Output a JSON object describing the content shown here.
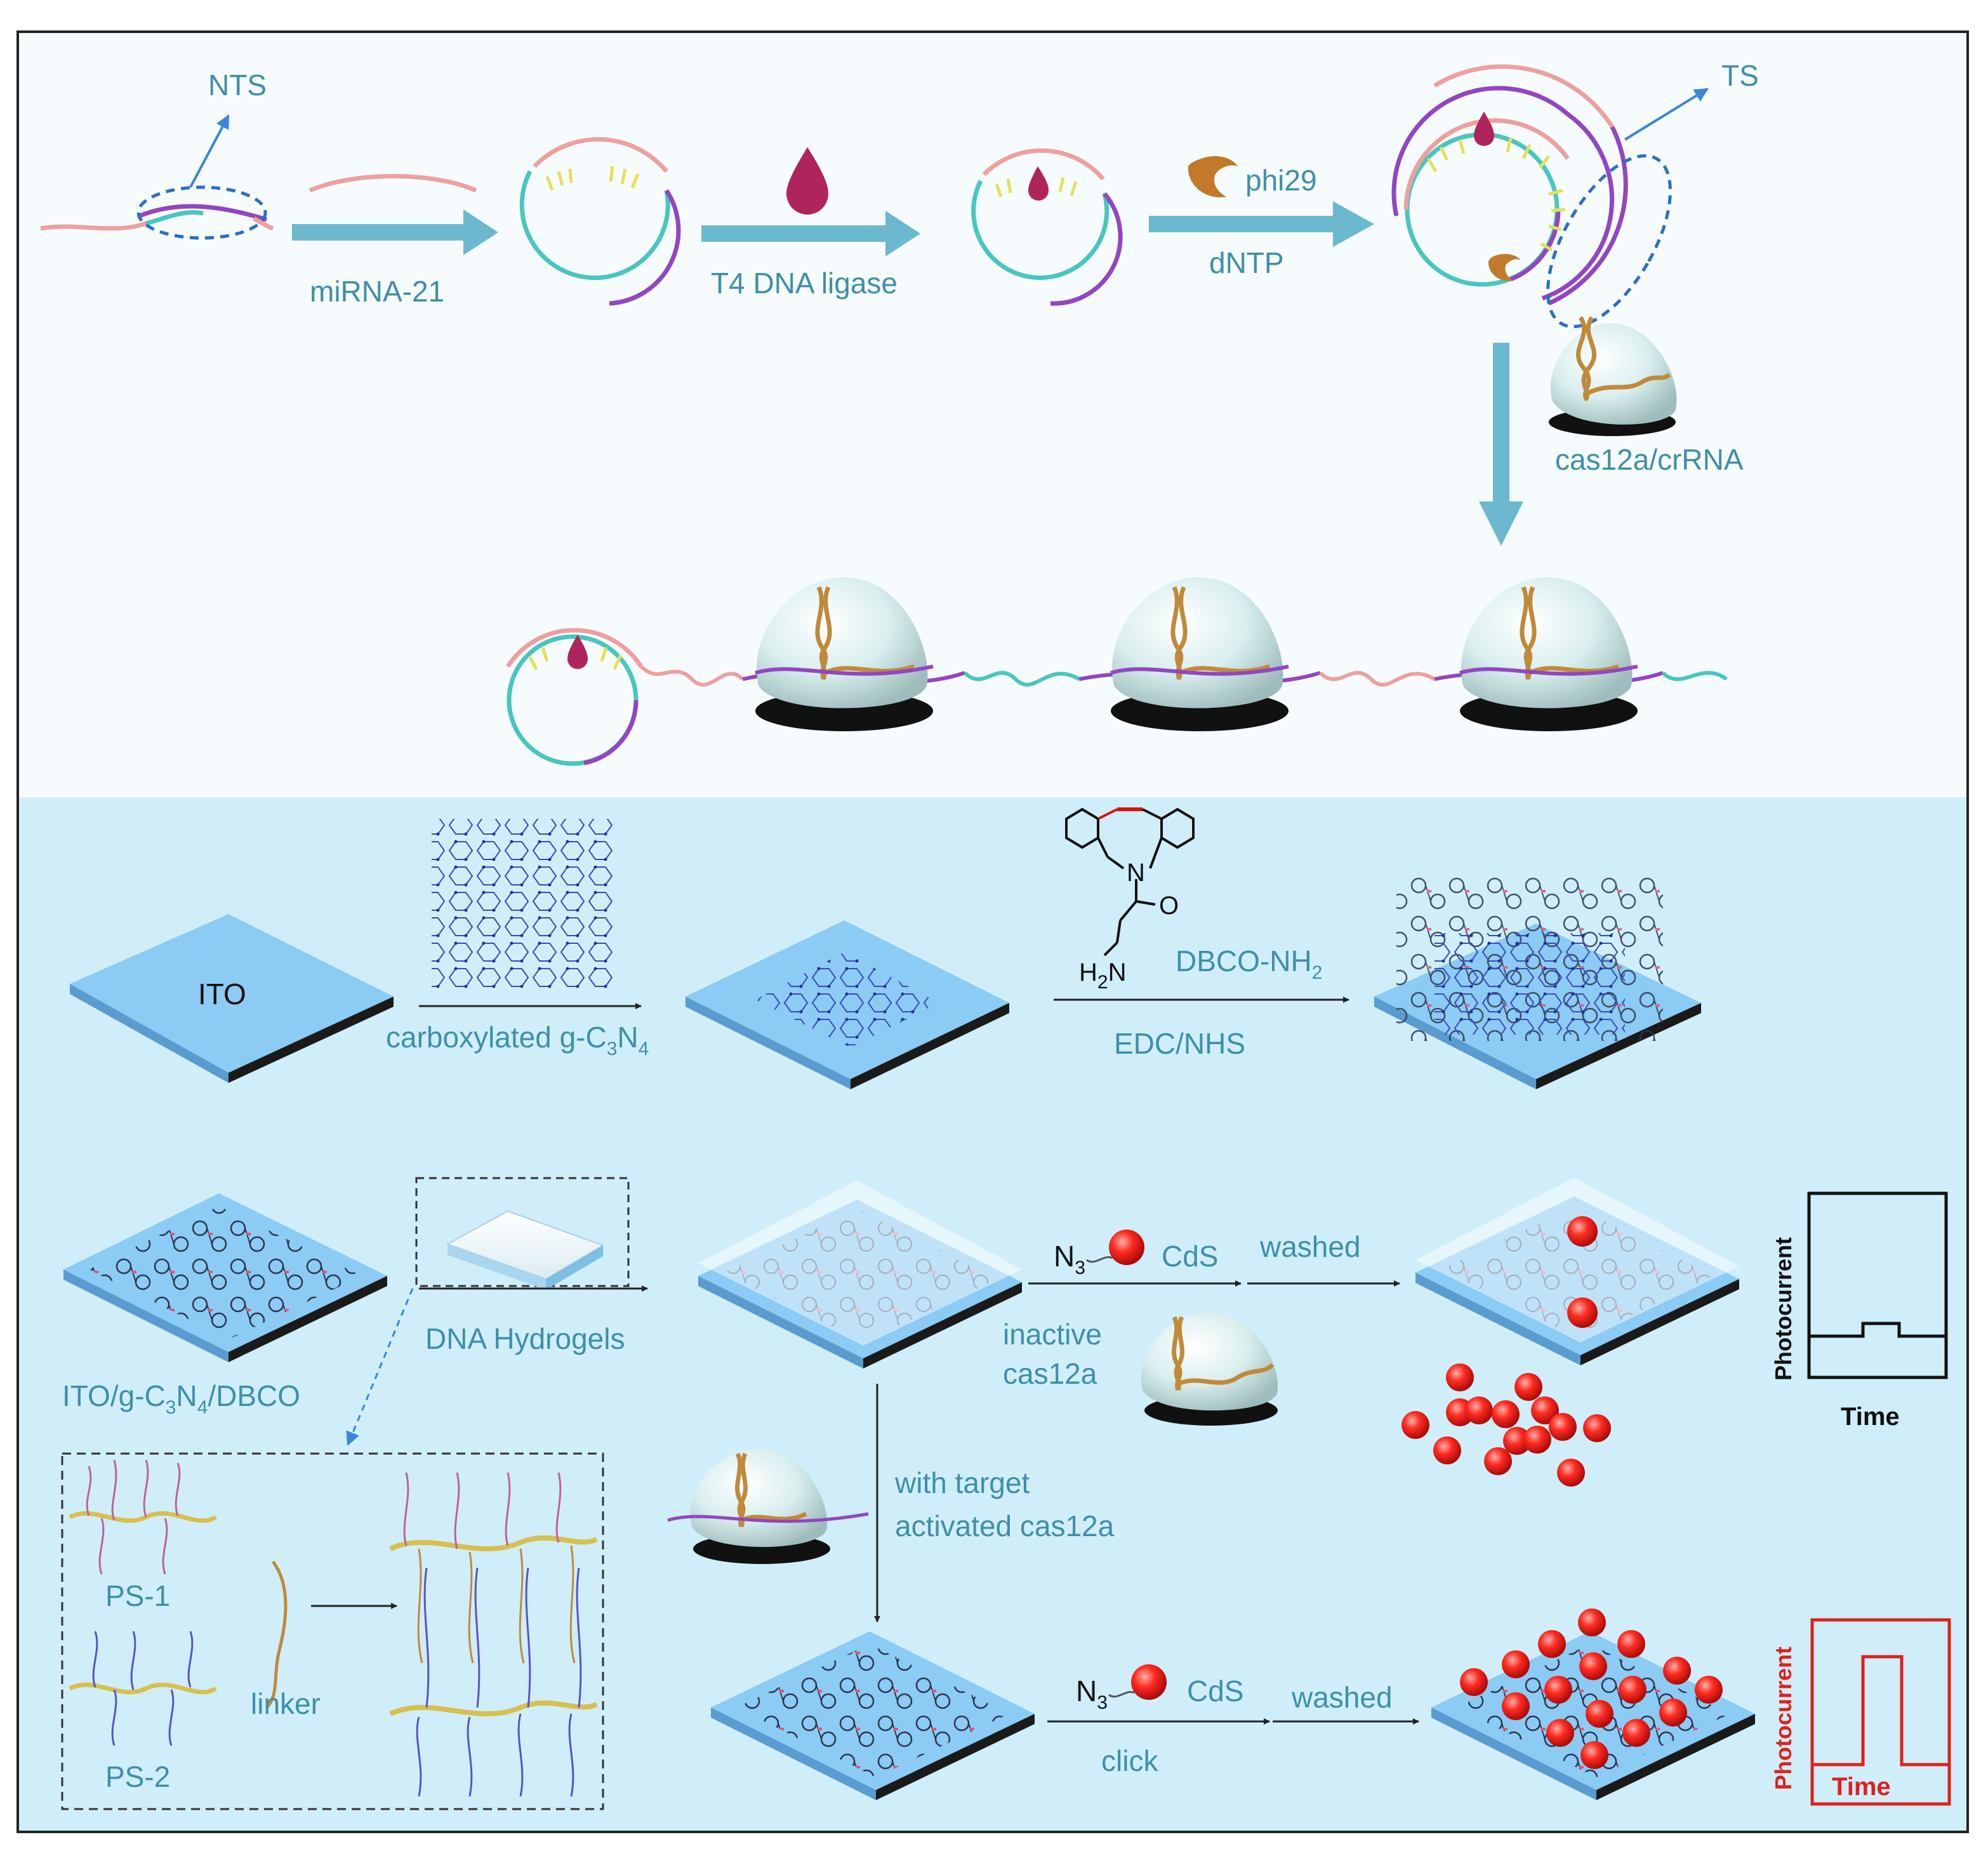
{
  "colors": {
    "top_panel_bg": "#f6fbfd",
    "bottom_panel_bg": "#cfeef9",
    "label": "#3f8fa8",
    "arrow": "#6cb8cf",
    "strand_pink": "#eea0a0",
    "strand_teal": "#48c6c0",
    "strand_purple": "#9246c2",
    "hairpin_gold": "#c08a3a",
    "ligase_drop": "#b0245e",
    "phi29": "#c27a2a",
    "electrode_top": "#8ccbf3",
    "electrode_side": "#1a1a1a",
    "cds_red": "#e41c1c",
    "photocurrent_high": "#e0201c",
    "photocurrent_low": "#111111"
  },
  "icons": [
    "t4-ligase-drop-icon",
    "phi29-polymerase-icon",
    "cas12a-protein-icon",
    "cds-nanoparticle-icon",
    "dbco-molecule-icon",
    "g-c3n4-network-icon"
  ],
  "top": {
    "nts": "NTS",
    "ts": "TS",
    "step1": "miRNA-21",
    "step2": "T4 DNA ligase",
    "step3_a": "phi29",
    "step3_b": "dNTP",
    "cas": "cas12a/crRNA"
  },
  "bottom": {
    "ito": "ITO",
    "c3n4_prefix": "carboxylated g-C",
    "c3n4_sub1": "3",
    "c3n4_mid": "N",
    "c3n4_sub2": "4",
    "h2n": "H",
    "h2n_sub": "2",
    "h2n_n": "N",
    "o_atom": "O",
    "n_atom": "N",
    "dbco_nh2": "DBCO-NH",
    "dbco_sub": "2",
    "edc": "EDC/NHS",
    "electrode_prefix": "ITO/g-C",
    "electrode_sub1": "3",
    "electrode_mid": "N",
    "electrode_sub2": "4",
    "electrode_suffix": "/DBCO",
    "hydrogel": "DNA Hydrogels",
    "ps1": "PS-1",
    "ps2": "PS-2",
    "linker": "linker",
    "n3_top": "N",
    "n3_top_sub": "3",
    "cds_top": "CdS",
    "washed_top": "washed",
    "inactive1": "inactive",
    "inactive2": "cas12a",
    "target1": "with target",
    "target2": "activated cas12a",
    "n3_bot": "N",
    "n3_bot_sub": "3",
    "cds_bot": "CdS",
    "washed_bot": "washed",
    "click": "click",
    "photo_top": "Photocurrent",
    "time_top": "Time",
    "photo_bot": "Photocurrent",
    "time_bot": "Time"
  }
}
